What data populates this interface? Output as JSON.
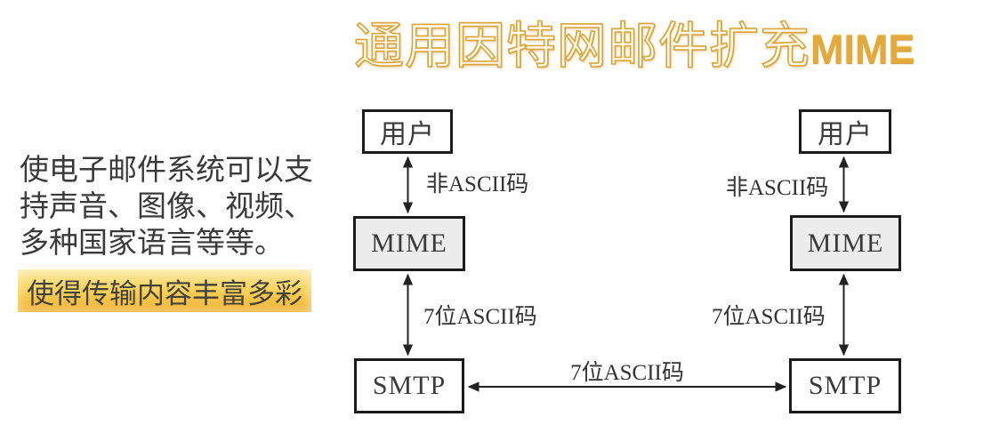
{
  "title": {
    "zh": "通用因特网邮件扩充",
    "highlight": "MIME"
  },
  "note": {
    "lines": [
      "使电子邮件系统可以支",
      "持声音、图像、视频、",
      "多种国家语言等等。"
    ],
    "banner": "使得传输内容丰富多彩"
  },
  "diagram": {
    "left_stack": {
      "user_label": "用户",
      "mime_label": "MIME",
      "smtp_label": "SMTP",
      "user_mime_link_label": "非ASCII码",
      "mime_smtp_link_label": "7位ASCII码"
    },
    "right_stack": {
      "user_label": "用户",
      "mime_label": "MIME",
      "smtp_label": "SMTP",
      "user_mime_link_label": "非ASCII码",
      "mime_smtp_link_label": "7位ASCII码"
    },
    "smtp_smtp_link_label": "7位ASCII码"
  },
  "colors": {
    "title_gold": "#dca53c",
    "title_mime_gold": "#e3a93c",
    "banner_gold_light": "#fce9a2",
    "banner_gold_dark": "#eeae30",
    "box_border": "#1b1b1b",
    "mime_box_fill": "#ececec",
    "text_dark": "#3a3a3a",
    "arrow": "#222222"
  }
}
